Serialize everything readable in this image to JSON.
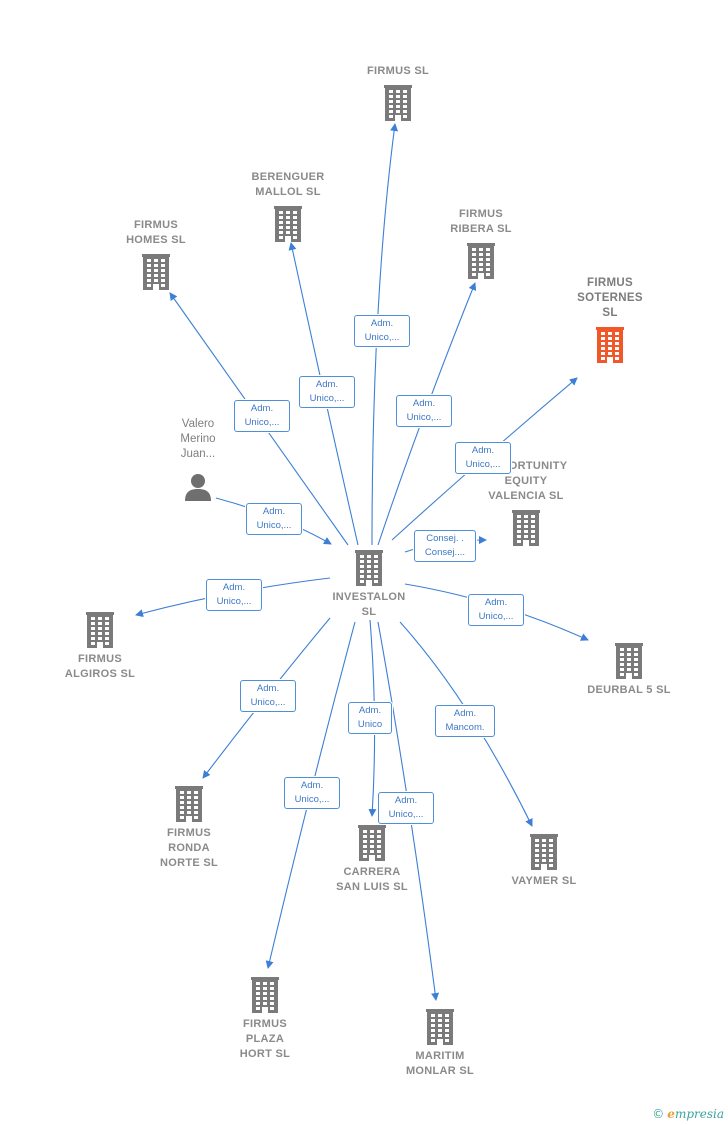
{
  "center": {
    "label": "INVESTALON\nSL"
  },
  "person": {
    "label": "Valero\nMerino\nJuan..."
  },
  "nodes": [
    {
      "key": "firmus",
      "label": "FIRMUS  SL",
      "highlight": false
    },
    {
      "key": "berenguer",
      "label": "BERENGUER\nMALLOL  SL",
      "highlight": false
    },
    {
      "key": "homes",
      "label": "FIRMUS\nHOMES  SL",
      "highlight": false
    },
    {
      "key": "ribera",
      "label": "FIRMUS\nRIBERA  SL",
      "highlight": false
    },
    {
      "key": "soternes",
      "label": "FIRMUS\nSOTERNES\nSL",
      "highlight": true
    },
    {
      "key": "opportunity",
      "label": "OPPORTUNITY\nEQUITY\nVALENCIA  SL",
      "highlight": false
    },
    {
      "key": "algiros",
      "label": "FIRMUS\nALGIROS  SL",
      "highlight": false
    },
    {
      "key": "deurbal",
      "label": "DEURBAL 5 SL",
      "highlight": false
    },
    {
      "key": "ronda",
      "label": "FIRMUS\nRONDA\nNORTE  SL",
      "highlight": false
    },
    {
      "key": "carrera",
      "label": "CARRERA\nSAN LUIS  SL",
      "highlight": false
    },
    {
      "key": "vaymer",
      "label": "VAYMER SL",
      "highlight": false
    },
    {
      "key": "plaza",
      "label": "FIRMUS\nPLAZA\nHORT  SL",
      "highlight": false
    },
    {
      "key": "maritim",
      "label": "MARITIM\nMONLAR  SL",
      "highlight": false
    }
  ],
  "edges": [
    {
      "to": "firmus",
      "l1": "Adm.",
      "l2": "Unico,..."
    },
    {
      "to": "berenguer",
      "l1": "Adm.",
      "l2": "Unico,..."
    },
    {
      "to": "homes",
      "l1": "Adm.",
      "l2": "Unico,..."
    },
    {
      "to": "ribera",
      "l1": "Adm.",
      "l2": "Unico,..."
    },
    {
      "to": "soternes",
      "l1": "Adm.",
      "l2": "Unico,..."
    },
    {
      "to": "opportunity",
      "l1": "Consej. .",
      "l2": "Consej...."
    },
    {
      "from": "person",
      "l1": "Adm.",
      "l2": "Unico,..."
    },
    {
      "to": "algiros",
      "l1": "Adm.",
      "l2": "Unico,..."
    },
    {
      "to": "deurbal",
      "l1": "Adm.",
      "l2": "Unico,..."
    },
    {
      "to": "ronda",
      "l1": "Adm.",
      "l2": "Unico,..."
    },
    {
      "to": "carrera",
      "l1": "Adm.",
      "l2": "Unico"
    },
    {
      "to": "vaymer",
      "l1": "Adm.",
      "l2": "Mancom."
    },
    {
      "to": "plaza",
      "l1": "Adm.",
      "l2": "Unico,..."
    },
    {
      "to": "maritim",
      "l1": "Adm.",
      "l2": "Unico,..."
    }
  ],
  "colors": {
    "edge": "#3d7fd6",
    "building": "#7a7a7a",
    "highlight": "#f0582a",
    "person": "#6f6f6f"
  },
  "brand": {
    "copyright": "©",
    "initial": "e",
    "rest": "mpresia"
  }
}
